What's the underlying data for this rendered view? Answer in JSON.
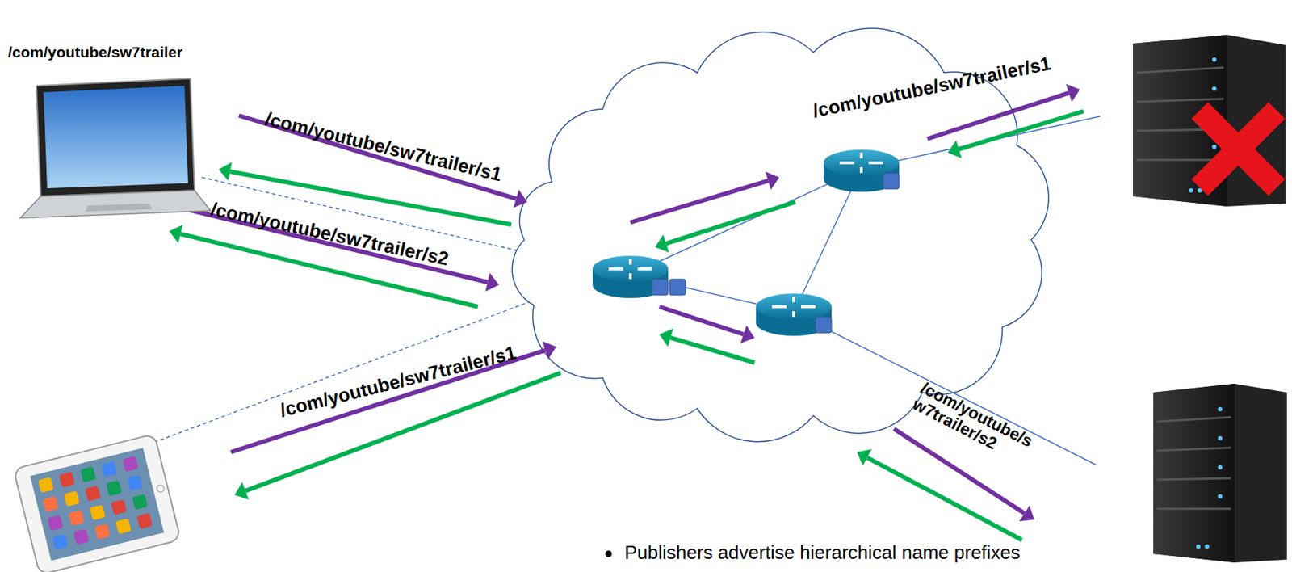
{
  "diagram": {
    "labels": [
      "/com/youtube/sw7trailer",
      "/com/youtube/sw7trailer/s1",
      "/com/youtube/sw7trailer/s2",
      "/com/youtube/sw7trailer/s1",
      "/com/youtube/sw7trailer/s1",
      "/com/youtube/sw7trailer/s2",
      "Publishers advertise hierarchical name prefixes"
    ]
  }
}
